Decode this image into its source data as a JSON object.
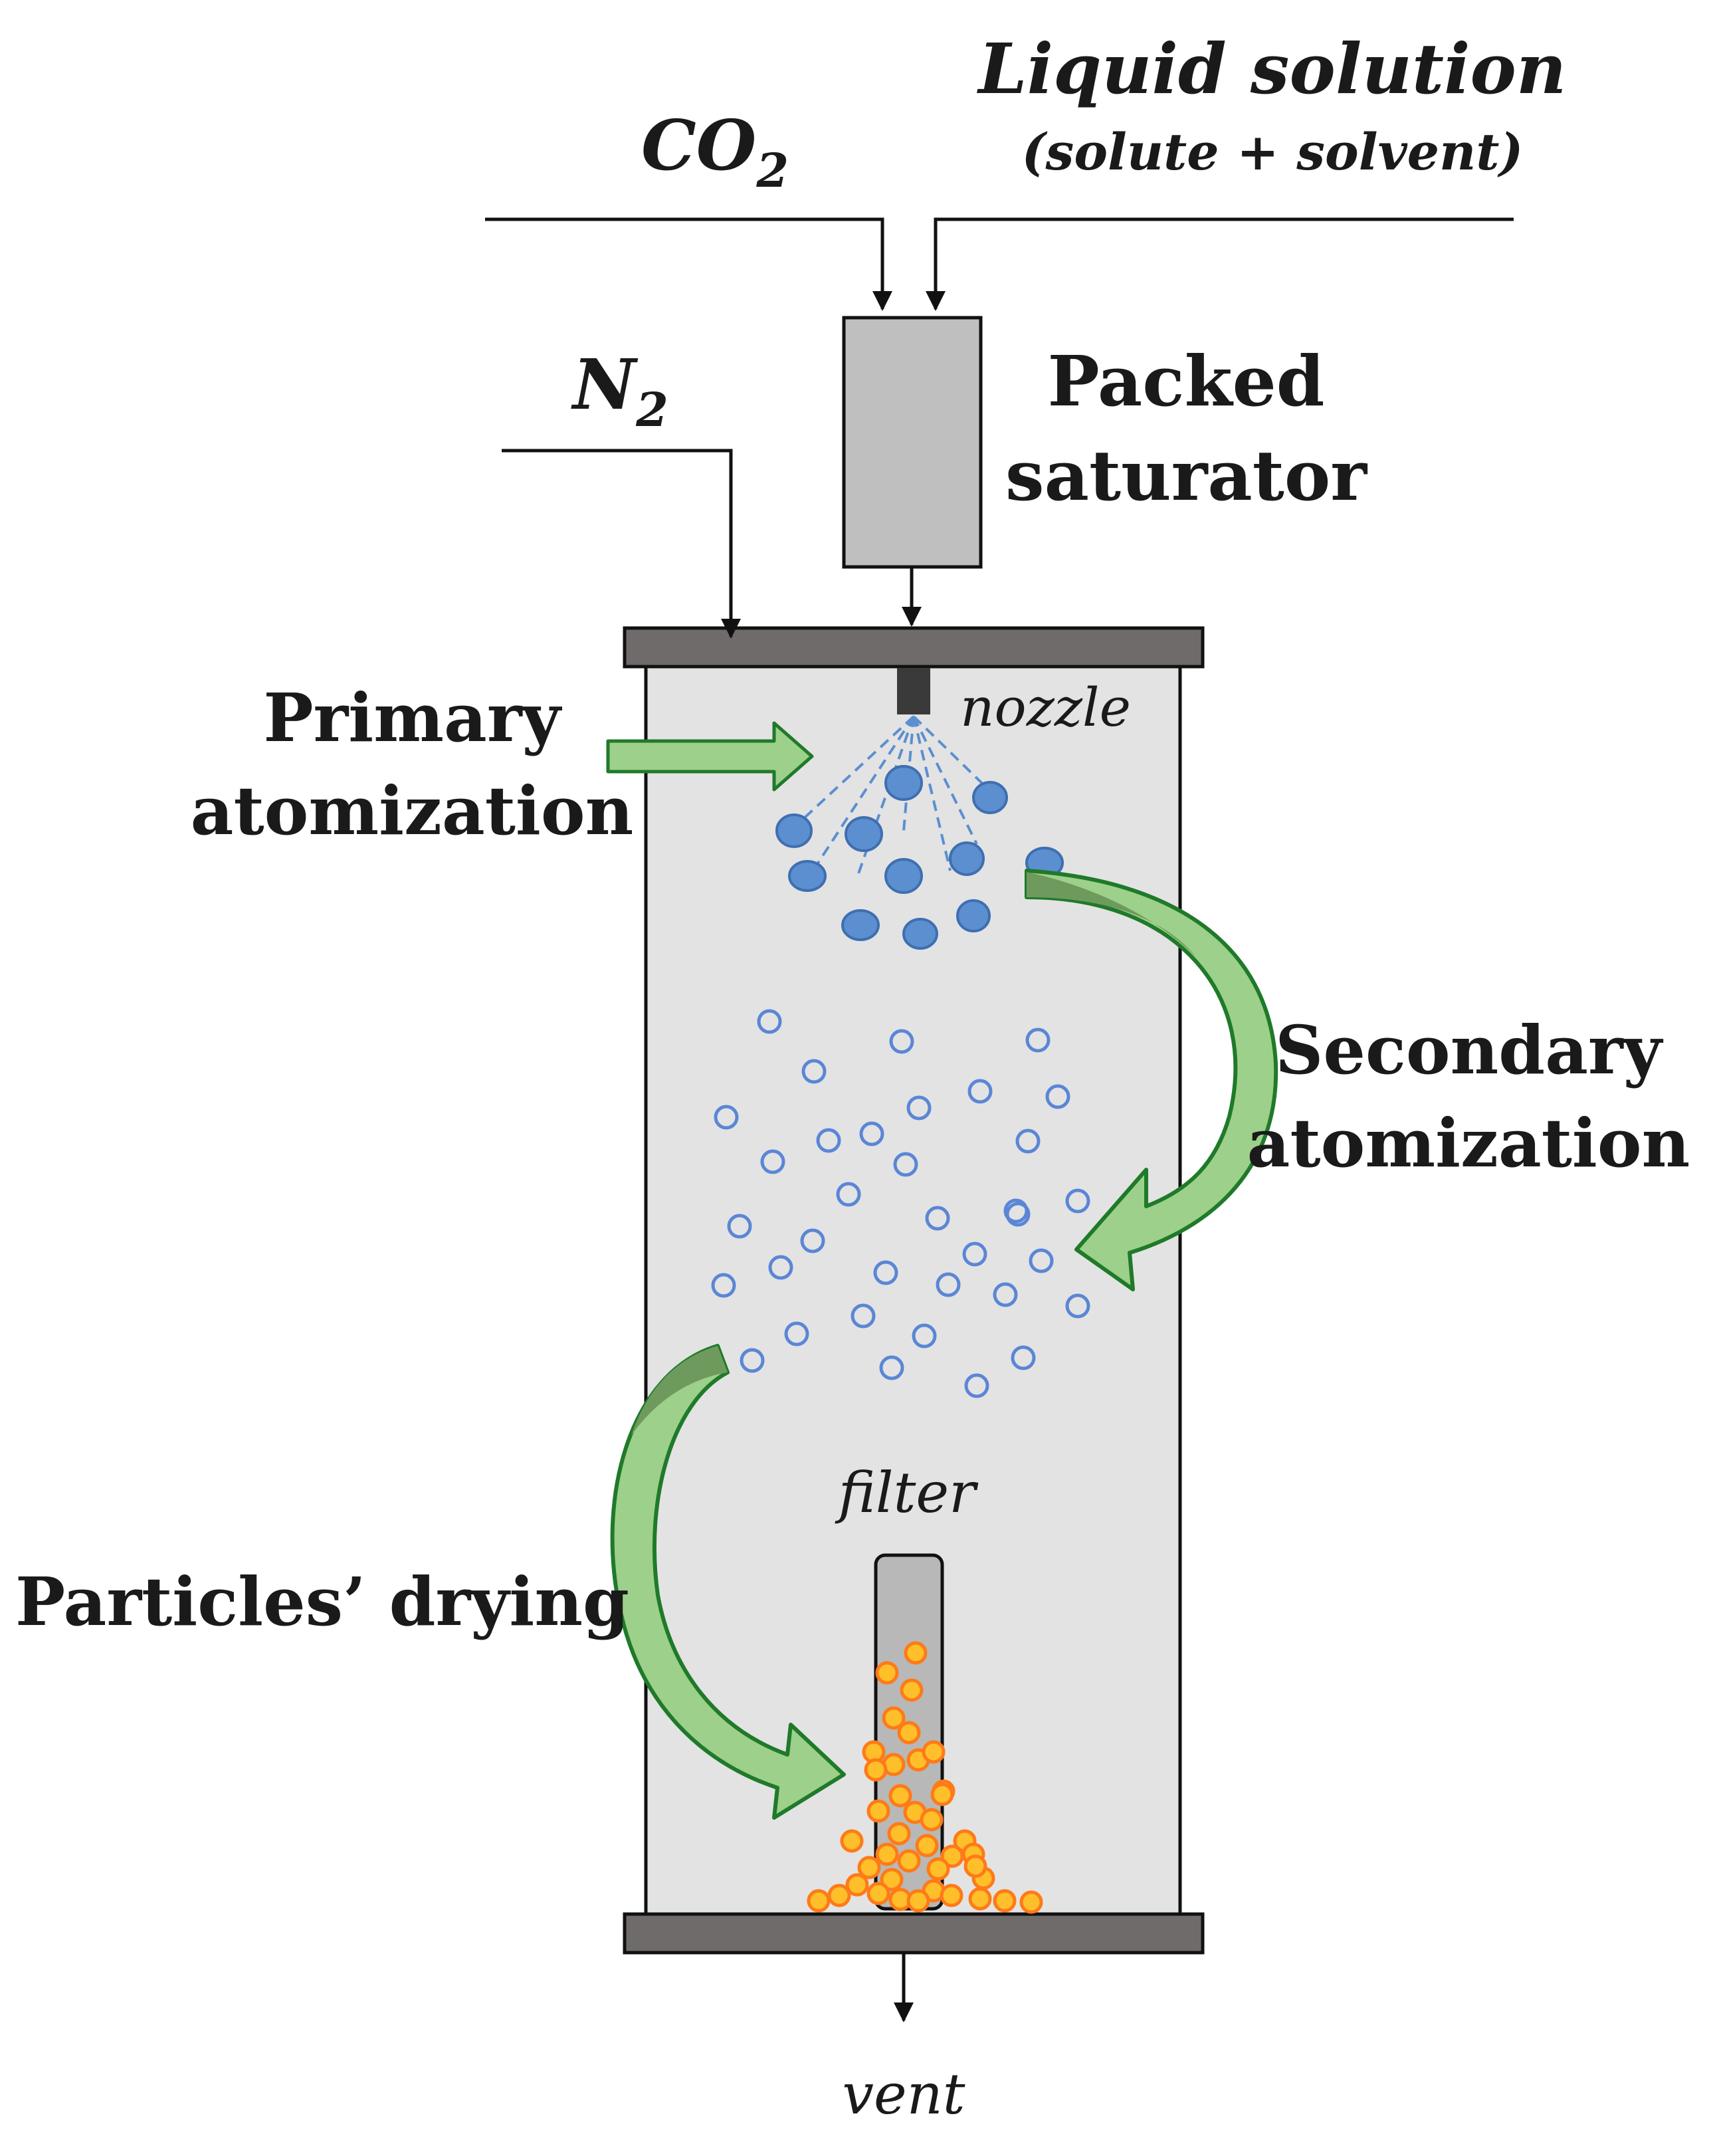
{
  "labels": {
    "co2_main": "CO",
    "co2_sub": "2",
    "n2_main": "N",
    "n2_sub": "2",
    "liquid_title": "Liquid solution",
    "liquid_sub": "(solute + solvent)",
    "saturator_line1": "Packed",
    "saturator_line2": "saturator",
    "nozzle": "nozzle",
    "primary_line1": "Primary",
    "primary_line2": "atomization",
    "secondary_line1": "Secondary",
    "secondary_line2": "atomization",
    "drying": "Particles’ drying",
    "filter": "filter",
    "vent": "vent"
  },
  "colors": {
    "vessel_fill": "#e3e3e3",
    "flange": "#6f6b6b",
    "saturator_fill": "#bfbfbf",
    "filter_fill": "#b8b8b8",
    "nozzle": "#3a3a3a",
    "droplet_fill": "#5b8fd0",
    "droplet_stroke": "#3e6fb0",
    "small_droplet": "#5b86d6",
    "particle_fill": "#ffbf2a",
    "particle_stroke": "#ff7a18",
    "arrow_fill": "#9dd08a",
    "arrow_dark": "#6f9a5e",
    "arrow_stroke": "#1f7a2a"
  }
}
